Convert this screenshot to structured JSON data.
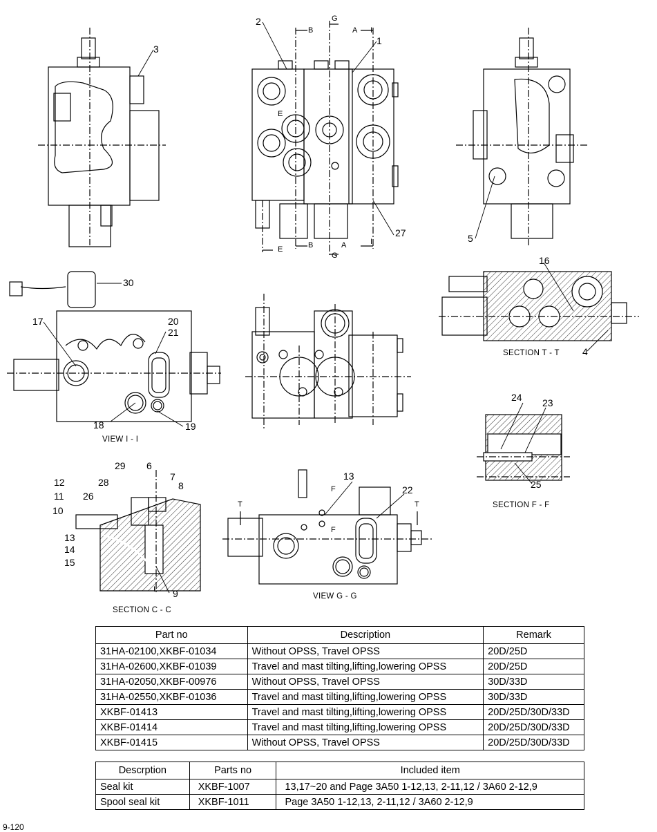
{
  "callouts": {
    "c1": "1",
    "c2": "2",
    "c3": "3",
    "c4": "4",
    "c5": "5",
    "c6": "6",
    "c7": "7",
    "c8": "8",
    "c9": "9",
    "c10": "10",
    "c11": "11",
    "c12": "12",
    "c13a": "13",
    "c13b": "13",
    "c14": "14",
    "c15": "15",
    "c16": "16",
    "c17": "17",
    "c18": "18",
    "c19": "19",
    "c20": "20",
    "c21": "21",
    "c22": "22",
    "c23": "23",
    "c24": "24",
    "c25": "25",
    "c26": "26",
    "c27": "27",
    "c28": "28",
    "c29": "29",
    "c30": "30"
  },
  "section_marks": {
    "g_top": "G",
    "b_top": "B",
    "a_top": "A",
    "i_top": "I",
    "e_side": "E",
    "e_bot": "E",
    "b_bot": "B",
    "a_bot": "A",
    "i_bot": "I",
    "g_bot": "G",
    "f_top": "F",
    "f_bot": "F",
    "t_left": "T",
    "t_right": "T",
    "i_c": "I"
  },
  "captions": {
    "view_i": "VIEW I - I",
    "section_t": "SECTION T - T",
    "section_f": "SECTION F - F",
    "section_c": "SECTION C - C",
    "view_g": "VIEW G - G"
  },
  "parts_table": {
    "headers": [
      "Part no",
      "Description",
      "Remark"
    ],
    "rows": [
      [
        "31HA-02100,XKBF-01034",
        "Without OPSS, Travel OPSS",
        "20D/25D"
      ],
      [
        "31HA-02600,XKBF-01039",
        "Travel and mast tilting,lifting,lowering OPSS",
        "20D/25D"
      ],
      [
        "31HA-02050,XKBF-00976",
        "Without OPSS, Travel OPSS",
        "30D/33D"
      ],
      [
        "31HA-02550,XKBF-01036",
        "Travel and mast tilting,lifting,lowering OPSS",
        "30D/33D"
      ],
      [
        "XKBF-01413",
        "Travel and mast tilting,lifting,lowering OPSS",
        "20D/25D/30D/33D"
      ],
      [
        "XKBF-01414",
        "Travel and mast tilting,lifting,lowering OPSS",
        "20D/25D/30D/33D"
      ],
      [
        "XKBF-01415",
        "Without OPSS, Travel OPSS",
        "20D/25D/30D/33D"
      ]
    ]
  },
  "kit_table": {
    "headers": [
      "Descrption",
      "Parts no",
      "Included item"
    ],
    "rows": [
      [
        "Seal kit",
        "XKBF-1007",
        "13,17~20 and Page 3A50 1-12,13, 2-11,12 / 3A60 2-12,9"
      ],
      [
        "Spool seal kit",
        "XKBF-1011",
        "Page 3A50 1-12,13, 2-11,12 / 3A60 2-12,9"
      ]
    ]
  },
  "page_number": "9-120"
}
